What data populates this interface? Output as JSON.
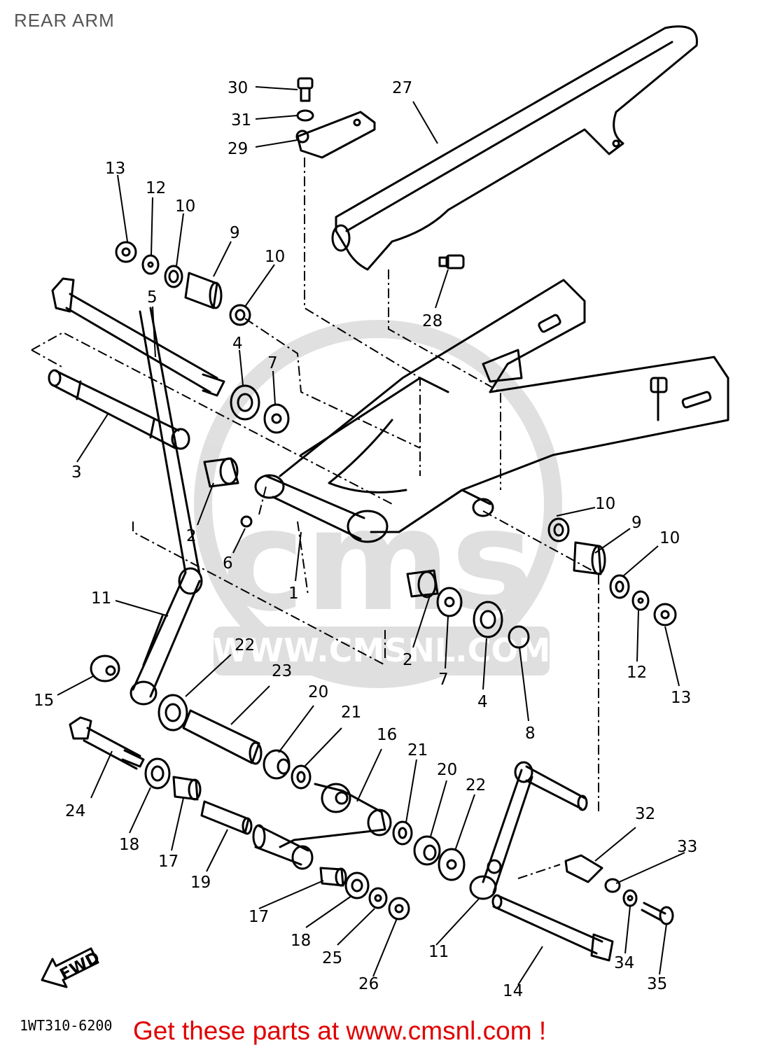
{
  "page": {
    "title": "REAR ARM",
    "watermark": "WWW.CMSNL.COM",
    "drawing_code": "1WT310-6200",
    "fwd_label": "FWD",
    "promo": "Get these parts at www.cmsnl.com !"
  },
  "callouts": [
    {
      "id": "c30",
      "text": "30"
    },
    {
      "id": "c31",
      "text": "31"
    },
    {
      "id": "c29",
      "text": "29"
    },
    {
      "id": "c27",
      "text": "27"
    },
    {
      "id": "c13a",
      "text": "13"
    },
    {
      "id": "c12a",
      "text": "12"
    },
    {
      "id": "c10a",
      "text": "10"
    },
    {
      "id": "c9a",
      "text": "9"
    },
    {
      "id": "c10b",
      "text": "10"
    },
    {
      "id": "c5",
      "text": "5"
    },
    {
      "id": "c4a",
      "text": "4"
    },
    {
      "id": "c7a",
      "text": "7"
    },
    {
      "id": "c28",
      "text": "28"
    },
    {
      "id": "c3",
      "text": "3"
    },
    {
      "id": "c2a",
      "text": "2"
    },
    {
      "id": "c6",
      "text": "6"
    },
    {
      "id": "c1",
      "text": "1"
    },
    {
      "id": "c10c",
      "text": "10"
    },
    {
      "id": "c9b",
      "text": "9"
    },
    {
      "id": "c10d",
      "text": "10"
    },
    {
      "id": "c11a",
      "text": "11"
    },
    {
      "id": "c22a",
      "text": "22"
    },
    {
      "id": "c2b",
      "text": "2"
    },
    {
      "id": "c7b",
      "text": "7"
    },
    {
      "id": "c4b",
      "text": "4"
    },
    {
      "id": "c8",
      "text": "8"
    },
    {
      "id": "c12b",
      "text": "12"
    },
    {
      "id": "c13b",
      "text": "13"
    },
    {
      "id": "c15",
      "text": "15"
    },
    {
      "id": "c23",
      "text": "23"
    },
    {
      "id": "c20a",
      "text": "20"
    },
    {
      "id": "c21a",
      "text": "21"
    },
    {
      "id": "c16",
      "text": "16"
    },
    {
      "id": "c24",
      "text": "24"
    },
    {
      "id": "c18a",
      "text": "18"
    },
    {
      "id": "c17a",
      "text": "17"
    },
    {
      "id": "c19",
      "text": "19"
    },
    {
      "id": "c21b",
      "text": "21"
    },
    {
      "id": "c20b",
      "text": "20"
    },
    {
      "id": "c22b",
      "text": "22"
    },
    {
      "id": "c32",
      "text": "32"
    },
    {
      "id": "c33",
      "text": "33"
    },
    {
      "id": "c17b",
      "text": "17"
    },
    {
      "id": "c18b",
      "text": "18"
    },
    {
      "id": "c25",
      "text": "25"
    },
    {
      "id": "c26",
      "text": "26"
    },
    {
      "id": "c11b",
      "text": "11"
    },
    {
      "id": "c14",
      "text": "14"
    },
    {
      "id": "c34",
      "text": "34"
    },
    {
      "id": "c35",
      "text": "35"
    }
  ]
}
